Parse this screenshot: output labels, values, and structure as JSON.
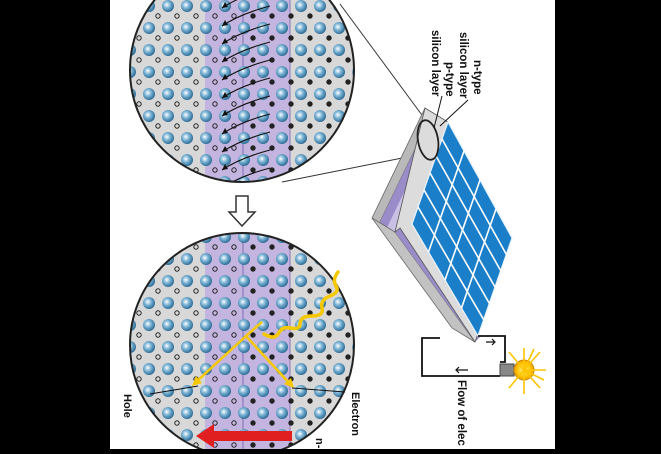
{
  "labels": {
    "ntype_line1": "n-type",
    "ntype_line2": "silicon layer",
    "ptype_line1": "p-type",
    "ptype_line2": "silicon layer",
    "hole": "Hole",
    "electron": "Electron",
    "flow": "Flow of elec",
    "partial_n": "n-"
  },
  "colors": {
    "background": "#000000",
    "panel": "#ffffff",
    "circle_fill": "#d8d8d8",
    "junction": "#c4b5e0",
    "atom": "#4a90b8",
    "cell_blue": "#1a7ec8",
    "photon": "#f5c800",
    "current_arrow": "#e02020"
  },
  "icons": {
    "sun": "sun-icon",
    "bulb": "light-bulb-icon",
    "down_arrow": "down-arrow-icon"
  }
}
